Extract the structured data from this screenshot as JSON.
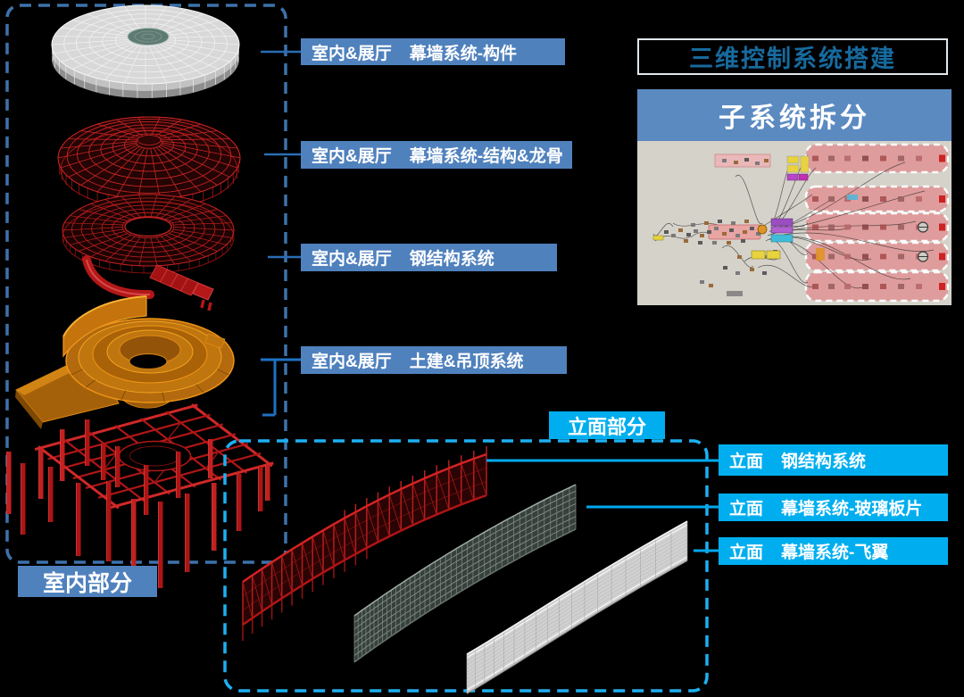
{
  "slide": {
    "interior": {
      "section_label": "室内部分",
      "labels": [
        {
          "prefix": "室内&展厅",
          "name": "幕墙系统-构件"
        },
        {
          "prefix": "室内&展厅",
          "name": "幕墙系统-结构&龙骨"
        },
        {
          "prefix": "室内&展厅",
          "name": "钢结构系统"
        },
        {
          "prefix": "室内&展厅",
          "name": "土建&吊顶系统"
        }
      ]
    },
    "facade": {
      "section_label": "立面部分",
      "labels": [
        {
          "prefix": "立面",
          "name": "钢结构系统"
        },
        {
          "prefix": "立面",
          "name": "幕墙系统-玻璃板片"
        },
        {
          "prefix": "立面",
          "name": "幕墙系统-飞翼"
        }
      ]
    },
    "panel": {
      "title": "三维控制系统搭建",
      "subtitle": "子系统拆分"
    },
    "colors": {
      "background": "#000000",
      "steel_blue_label": "#4f81bd",
      "cyan_label": "#00aeef",
      "title_text": "#176a9e",
      "interior_border": "#3d72ac",
      "facade_border": "#1db0f2",
      "model_red": "#b71c1c",
      "model_orange": "#c0760f",
      "roof_gray": "#d8d8d8",
      "graph_bg": "#d5d2ca",
      "graph_cluster_pink": "#e09a9a"
    }
  }
}
